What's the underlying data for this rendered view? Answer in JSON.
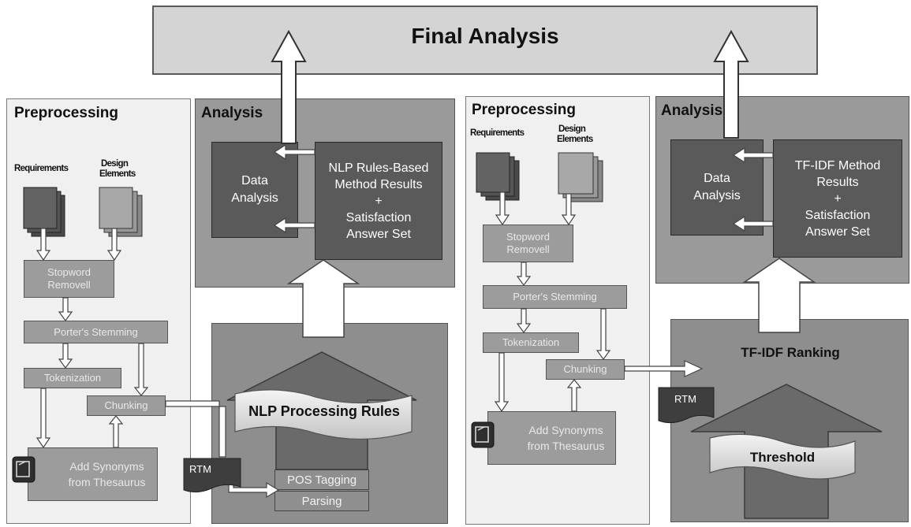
{
  "title": "Final Analysis",
  "left": {
    "preprocessing": "Preprocessing",
    "requirements": "Requirements",
    "design_elements_l1": "Design",
    "design_elements_l2": "Elements",
    "stopword_l1": "Stopword",
    "stopword_l2": "Removell",
    "porter": "Porter's Stemming",
    "tokenization": "Tokenization",
    "chunking": "Chunking",
    "synonyms_l1": "Add Synonyms",
    "synonyms_l2": "from Thesaurus",
    "rtm": "RTM",
    "pos_tagging": "POS Tagging",
    "parsing": "Parsing",
    "analysis": "Analysis",
    "data_analysis_l1": "Data",
    "data_analysis_l2": "Analysis",
    "results_l1": "NLP Rules-Based",
    "results_l2": "Method Results",
    "results_l3": "+",
    "results_l4": "Satisfaction",
    "results_l5": "Answer Set",
    "nlp_rules": "NLP Processing Rules"
  },
  "right": {
    "preprocessing": "Preprocessing",
    "requirements": "Requirements",
    "design_elements_l1": "Design",
    "design_elements_l2": "Elements",
    "stopword_l1": "Stopword",
    "stopword_l2": "Removell",
    "porter": "Porter's Stemming",
    "tokenization": "Tokenization",
    "chunking": "Chunking",
    "synonyms_l1": "Add Synonyms",
    "synonyms_l2": "from Thesaurus",
    "analysis": "Analysis",
    "data_analysis_l1": "Data",
    "data_analysis_l2": "Analysis",
    "results_l1": "TF-IDF Method",
    "results_l2": "Results",
    "results_l3": "+",
    "results_l4": "Satisfaction",
    "results_l5": "Answer Set",
    "tfidf_ranking": "TF-IDF Ranking",
    "rtm": "RTM",
    "threshold": "Threshold"
  }
}
